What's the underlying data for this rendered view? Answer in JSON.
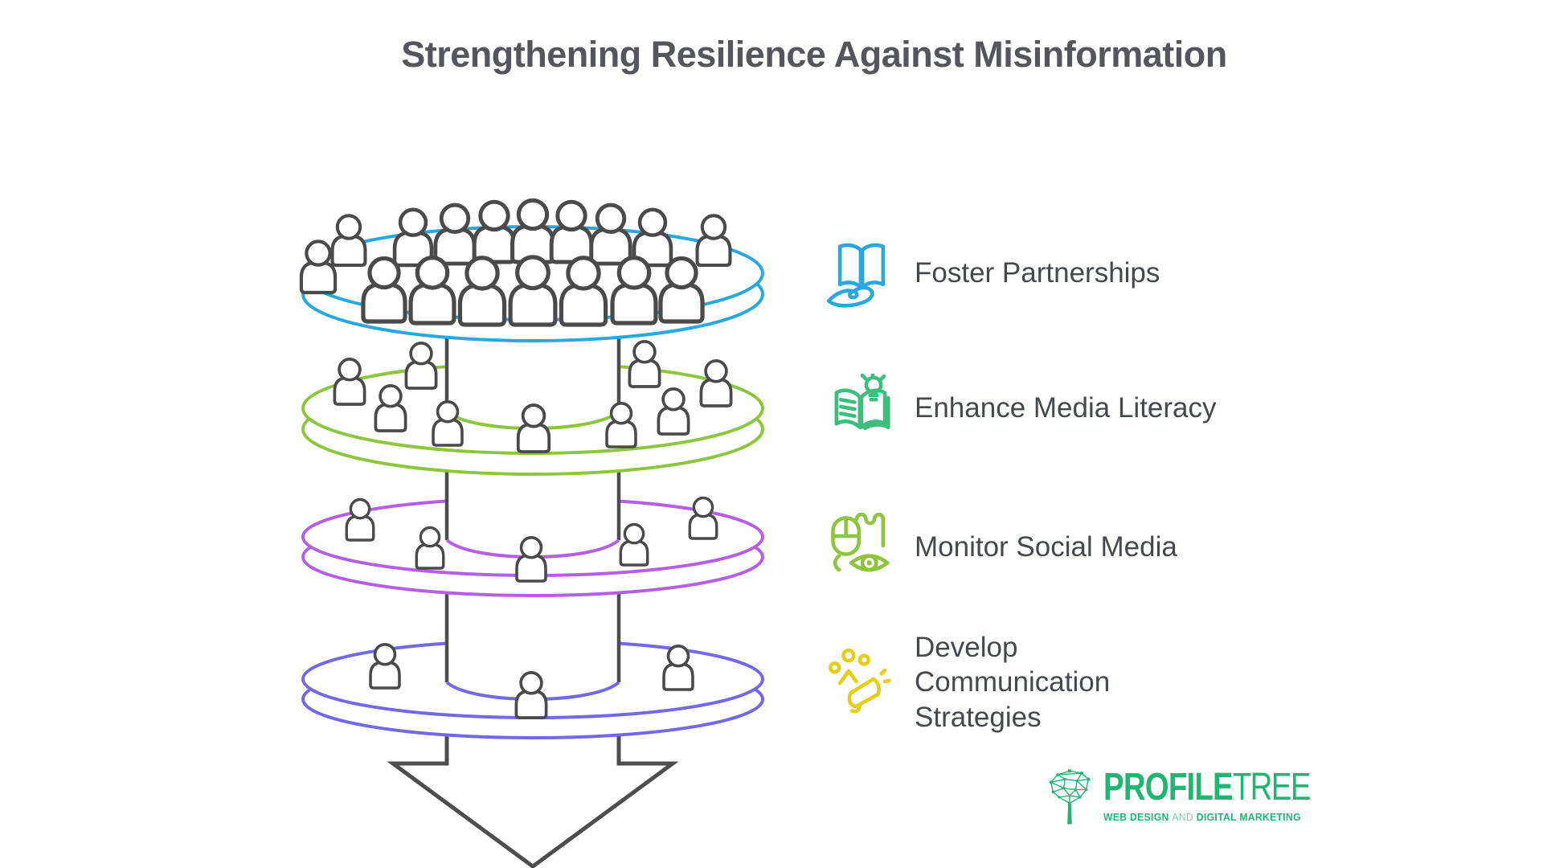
{
  "title": "Strengthening Resilience Against Misinformation",
  "funnel": {
    "outline_color": "#4D4D4D",
    "person_color": "#4A4A4A",
    "layers": [
      {
        "color": "#29A8E0",
        "people_count": 17
      },
      {
        "color": "#8CC63F",
        "people_count": 9
      },
      {
        "color": "#B55EE6",
        "people_count": 5
      },
      {
        "color": "#7468E6",
        "people_count": 3
      }
    ]
  },
  "items": [
    {
      "label": "Foster Partnerships",
      "icon": "book-hand-icon",
      "color": "#29A8E0"
    },
    {
      "label": "Enhance Media Literacy",
      "icon": "book-bulb-icon",
      "color": "#3DBE7E"
    },
    {
      "label": "Monitor Social Media",
      "icon": "mouse-eye-icon",
      "color": "#8FC43F"
    },
    {
      "label": "Develop Communication Strategies",
      "icon": "megaphone-icon",
      "color": "#E4CE16"
    }
  ],
  "logo": {
    "brand_bold": "PROFILE",
    "brand_light": "TREE",
    "tagline_bold_1": "WEB DESIGN",
    "tagline_light": "AND",
    "tagline_bold_2": "DIGITAL MARKETING",
    "color": "#21B573"
  }
}
